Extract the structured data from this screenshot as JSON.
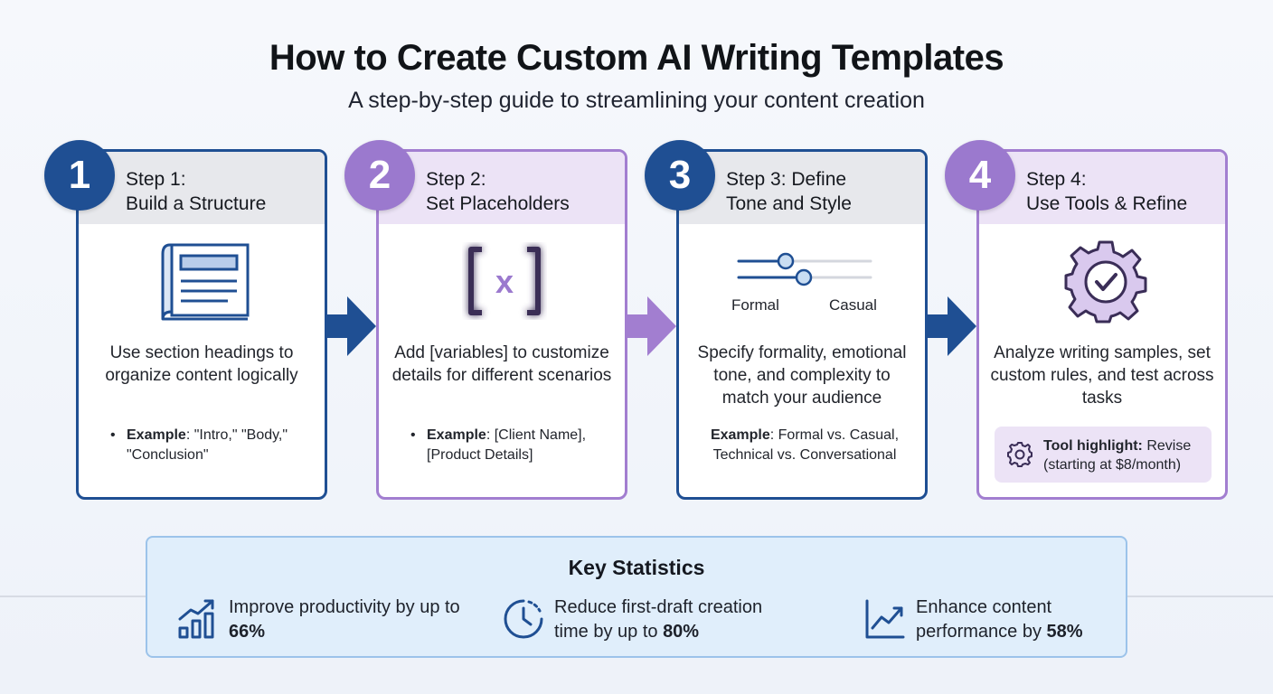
{
  "title": "How to Create Custom AI Writing Templates",
  "subtitle": "A step-by-step guide to streamlining your content creation",
  "steps": [
    {
      "number": "1",
      "heading_line1": "Step 1:",
      "heading_line2": "Build a Structure",
      "description": "Use section headings to organize content logically",
      "example_label": "Example",
      "example_text": ": \"Intro,\" \"Body,\" \"Conclusion\"",
      "icon": "document-layout-icon",
      "accent": "#1f4f93"
    },
    {
      "number": "2",
      "heading_line1": "Step 2:",
      "heading_line2": "Set Placeholders",
      "description": "Add [variables] to customize details for different scenarios",
      "example_label": "Example",
      "example_text": ": [Client Name], [Product Details]",
      "icon": "variable-brackets-icon",
      "icon_glyph": "x",
      "accent": "#9b79ce"
    },
    {
      "number": "3",
      "heading_line1": "Step 3: Define",
      "heading_line2": "Tone and Style",
      "description": "Specify formality, emotional tone, and complexity to match your audience",
      "example_label": "Example",
      "example_text": ": Formal vs. Casual, Technical vs. Conversational",
      "icon": "tone-sliders-icon",
      "slider_left_label": "Formal",
      "slider_right_label": "Casual",
      "accent": "#1f4f93"
    },
    {
      "number": "4",
      "heading_line1": "Step 4:",
      "heading_line2": "Use Tools & Refine",
      "description": "Analyze writing samples, set custom rules, and test across tasks",
      "tool_label": "Tool highlight:",
      "tool_text": " Revise (starting at $8/month)",
      "icon": "gear-check-icon",
      "accent": "#9b79ce"
    }
  ],
  "stats": {
    "title": "Key Statistics",
    "items": [
      {
        "icon": "bar-chart-growth-icon",
        "text_before": "Improve productivity by up to ",
        "highlight": "66%",
        "text_after": ""
      },
      {
        "icon": "clock-arrow-icon",
        "text_before": "Reduce first-draft creation time by up to ",
        "highlight": "80%",
        "text_after": ""
      },
      {
        "icon": "line-chart-up-icon",
        "text_before": "Enhance content performance by ",
        "highlight": "58%",
        "text_after": ""
      }
    ]
  },
  "colors": {
    "blue": "#1f4f93",
    "purple": "#9b79ce",
    "stats_bg": "#e0eefb"
  }
}
